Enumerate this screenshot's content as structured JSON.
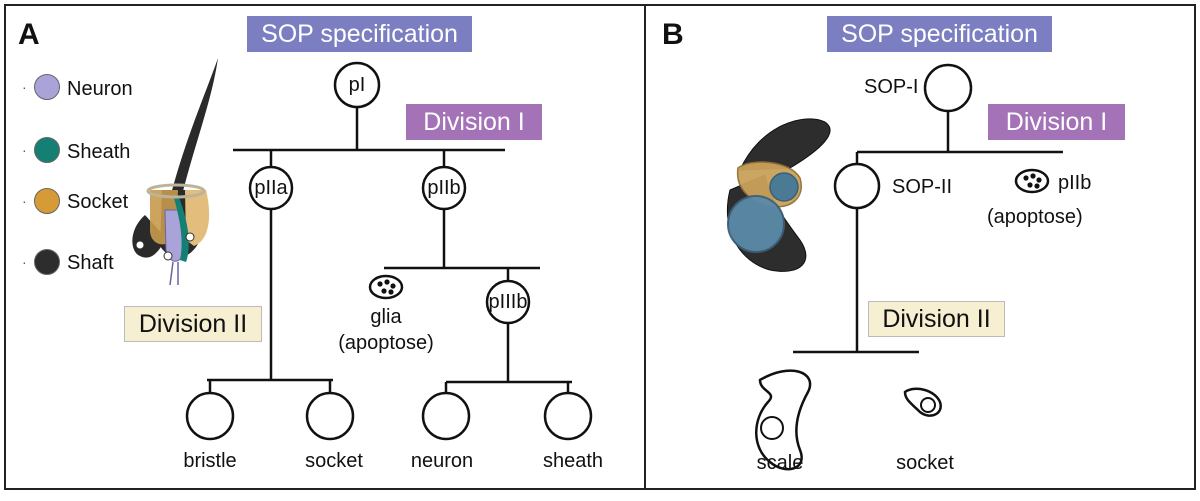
{
  "panel_a": {
    "label": "A",
    "sop_banner": "SOP specification",
    "division1": "Division I",
    "division2": "Division II",
    "legend": [
      {
        "label": "Neuron",
        "color": "#a9a3d8"
      },
      {
        "label": "Sheath",
        "color": "#147f73"
      },
      {
        "label": "Socket",
        "color": "#d69b37"
      },
      {
        "label": "Shaft",
        "color": "#2d2d2d"
      }
    ],
    "nodes": {
      "pI": "pI",
      "pIIa": "pIIa",
      "pIIb": "pIIb",
      "pIIIb": "pIIIb",
      "glia_1": "glia",
      "glia_2": "(apoptose)",
      "bristle": "bristle",
      "socket": "socket",
      "neuron": "neuron",
      "sheath": "sheath"
    }
  },
  "panel_b": {
    "label": "B",
    "sop_banner": "SOP specification",
    "division1": "Division I",
    "division2": "Division II",
    "nodes": {
      "sop1": "SOP-I",
      "sop2": "SOP-II",
      "pIIb": "pIIb",
      "apoptose": "(apoptose)",
      "scale": "scale",
      "socket": "socket"
    }
  }
}
